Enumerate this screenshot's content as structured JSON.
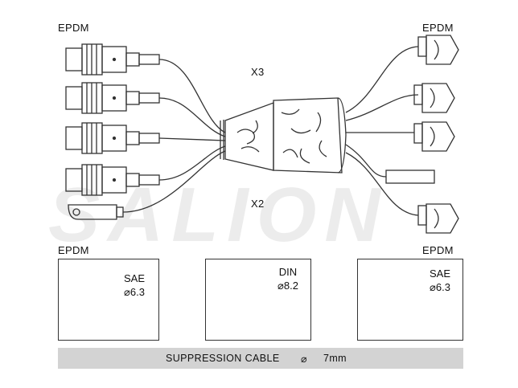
{
  "watermark": "SALION",
  "cable_labels": {
    "top_left": "EPDM",
    "top_right": "EPDM",
    "bottom_left": "EPDM",
    "bottom_right": "EPDM",
    "count_top": "X3",
    "count_bottom": "X2"
  },
  "spec_boxes": [
    {
      "standard": "SAE",
      "diameter": "⌀6.3"
    },
    {
      "standard": "DIN",
      "diameter": "⌀8.2"
    },
    {
      "standard": "SAE",
      "diameter": "⌀6.3"
    }
  ],
  "footer": {
    "title": "SUPPRESSION CABLE",
    "symbol": "⌀",
    "size": "7mm"
  }
}
